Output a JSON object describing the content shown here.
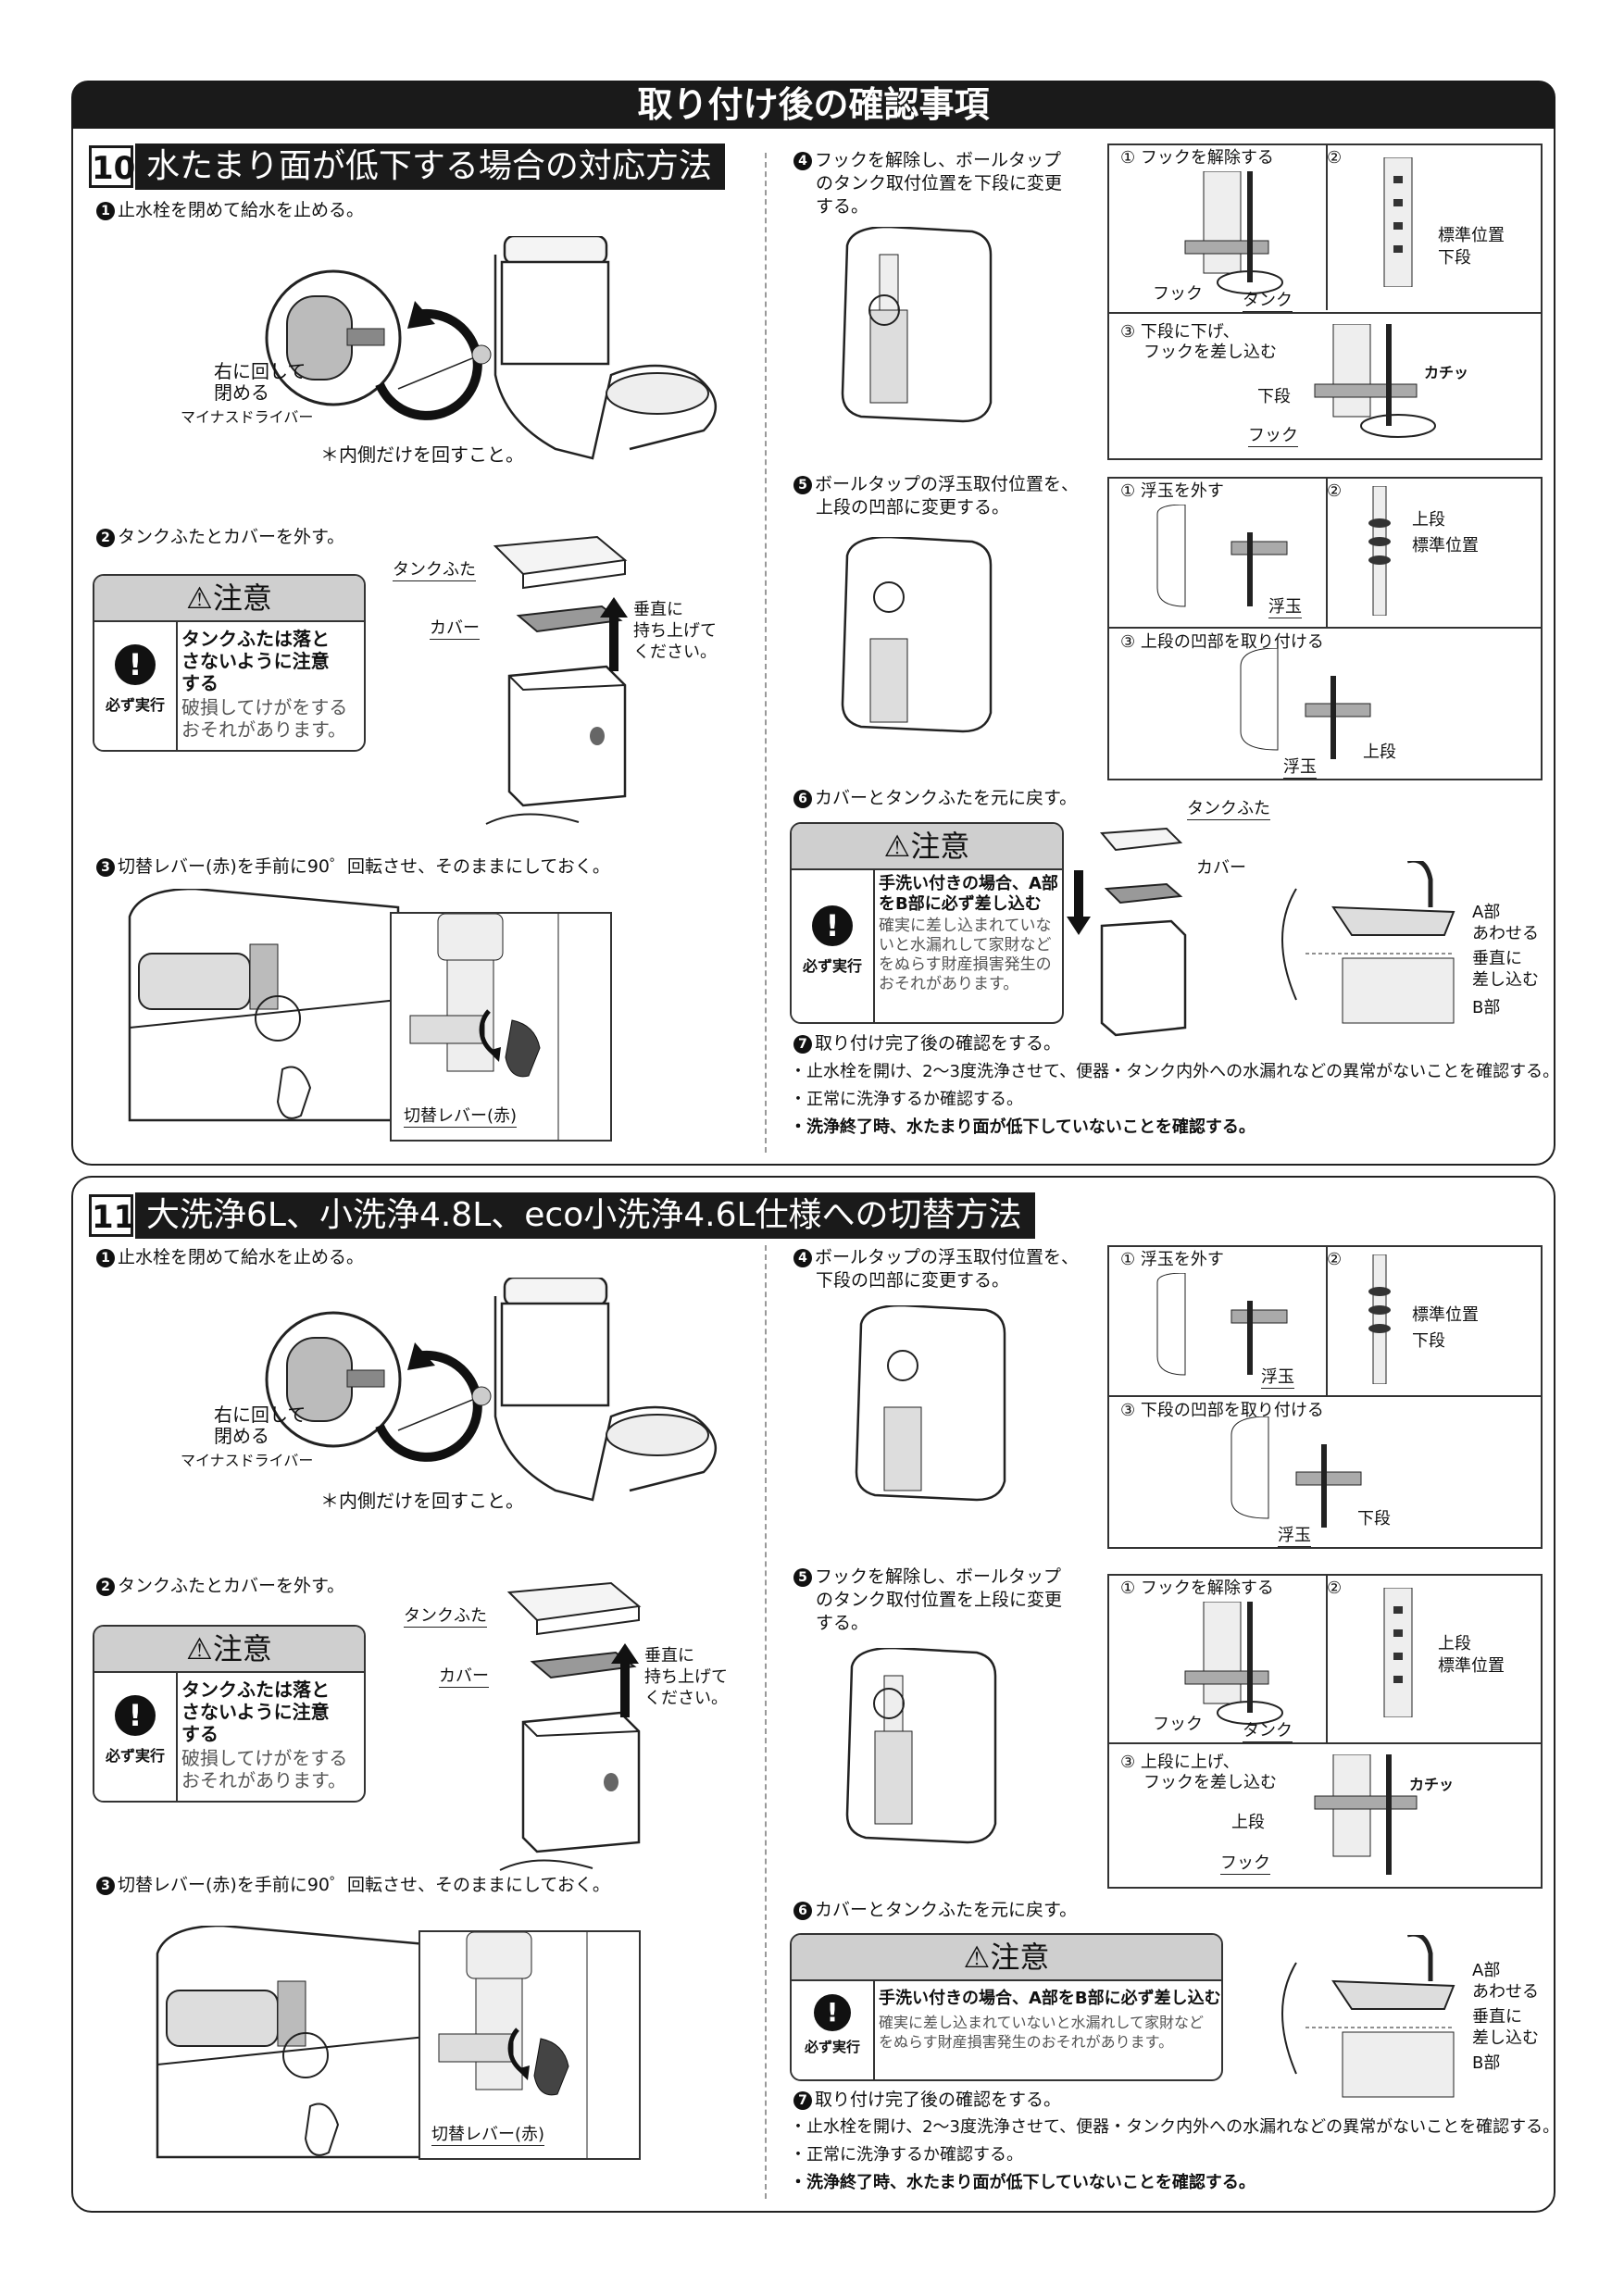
{
  "banner": "取り付け後の確認事項",
  "s10": {
    "num": "10",
    "title": "水たまり面が低下する場合の対応方法",
    "step1": "止水栓を閉めて給水を止める。",
    "turn_right": "右に回して",
    "close": "閉める",
    "driver": "マイナスドライバー",
    "note": "＊内側だけを回すこと。",
    "step2": "タンクふたとカバーを外す。",
    "lbl_lid": "タンクふた",
    "lbl_cover": "カバー",
    "lift": [
      "垂直に",
      "持ち上げて",
      "ください。"
    ],
    "caution_title": "注意",
    "caution_must": "必ず実行",
    "caution_bold": [
      "タンクふたは落と",
      "さないように注意",
      "する"
    ],
    "caution_text": [
      "破損してけがをする",
      "おそれがあります。"
    ],
    "step3": "切替レバー(赤)を手前に90゜回転させ、そのままにしておく。",
    "lever": "切替レバー(赤)",
    "step4": [
      "フックを解除し、ボールタップ",
      "のタンク取付位置を下段に変更",
      "する。"
    ],
    "f4_1": "① フックを解除する",
    "f4_2": "②",
    "f4_3": [
      "③ 下段に下げ、",
      "フックを差し込む"
    ],
    "hook": "フック",
    "tank": "タンク",
    "std": "標準位置",
    "lower": "下段",
    "click": "カチッ",
    "step5": [
      "ボールタップの浮玉取付位置を、",
      "上段の凹部に変更する。"
    ],
    "f5_1": "① 浮玉を外す",
    "f5_2": "②",
    "f5_3": "③ 上段の凹部を取り付ける",
    "upper": "上段",
    "float": "浮玉",
    "step6": "カバーとタンクふたを元に戻す。",
    "c6_bold": [
      "手洗い付きの場合、A部",
      "をB部に必ず差し込む"
    ],
    "c6_text": [
      "確実に差し込まれていな",
      "いと水漏れして家財など",
      "をぬらす財産損害発生の",
      "おそれがあります。"
    ],
    "part_a": [
      "A部",
      "あわせる"
    ],
    "insert": [
      "垂直に",
      "差し込む"
    ],
    "part_b": "B部",
    "step7": "取り付け完了後の確認をする。",
    "b1": "・止水栓を開け、2～3度洗浄させて、便器・タンク内外への水漏れなどの異常がないことを確認する。",
    "b2": "・正常に洗浄するか確認する。",
    "b3": "・洗浄終了時、水たまり面が低下していないことを確認する。"
  },
  "s11": {
    "num": "11",
    "title": "大洗浄6L、小洗浄4.8L、eco小洗浄4.6L仕様への切替方法",
    "step1": "止水栓を閉めて給水を止める。",
    "turn_right": "右に回して",
    "close": "閉める",
    "driver": "マイナスドライバー",
    "note": "＊内側だけを回すこと。",
    "step2": "タンクふたとカバーを外す。",
    "lbl_lid": "タンクふた",
    "lbl_cover": "カバー",
    "lift": [
      "垂直に",
      "持ち上げて",
      "ください。"
    ],
    "caution_title": "注意",
    "caution_must": "必ず実行",
    "caution_bold": [
      "タンクふたは落と",
      "さないように注意",
      "する"
    ],
    "caution_text": [
      "破損してけがをする",
      "おそれがあります。"
    ],
    "step3": "切替レバー(赤)を手前に90゜回転させ、そのままにしておく。",
    "lever": "切替レバー(赤)",
    "step4": [
      "ボールタップの浮玉取付位置を、",
      "下段の凹部に変更する。"
    ],
    "f4_1": "① 浮玉を外す",
    "f4_2": "②",
    "f4_3": "③ 下段の凹部を取り付ける",
    "std": "標準位置",
    "lower": "下段",
    "float": "浮玉",
    "step5": [
      "フックを解除し、ボールタップ",
      "のタンク取付位置を上段に変更",
      "する。"
    ],
    "f5_1": "① フックを解除する",
    "f5_2": "②",
    "f5_3": [
      "③ 上段に上げ、",
      "フックを差し込む"
    ],
    "hook": "フック",
    "tank": "タンク",
    "upper": "上段",
    "click": "カチッ",
    "step6": "カバーとタンクふたを元に戻す。",
    "c6_bold": "手洗い付きの場合、A部をB部に必ず差し込む",
    "c6_text": [
      "確実に差し込まれていないと水漏れして家財など",
      "をぬらす財産損害発生のおそれがあります。"
    ],
    "part_a": [
      "A部",
      "あわせる"
    ],
    "insert": [
      "垂直に",
      "差し込む"
    ],
    "part_b": "B部",
    "step7": "取り付け完了後の確認をする。",
    "b1": "・止水栓を開け、2～3度洗浄させて、便器・タンク内外への水漏れなどの異常がないことを確認する。",
    "b2": "・正常に洗浄するか確認する。",
    "b3": "・洗浄終了時、水たまり面が低下していないことを確認する。"
  }
}
